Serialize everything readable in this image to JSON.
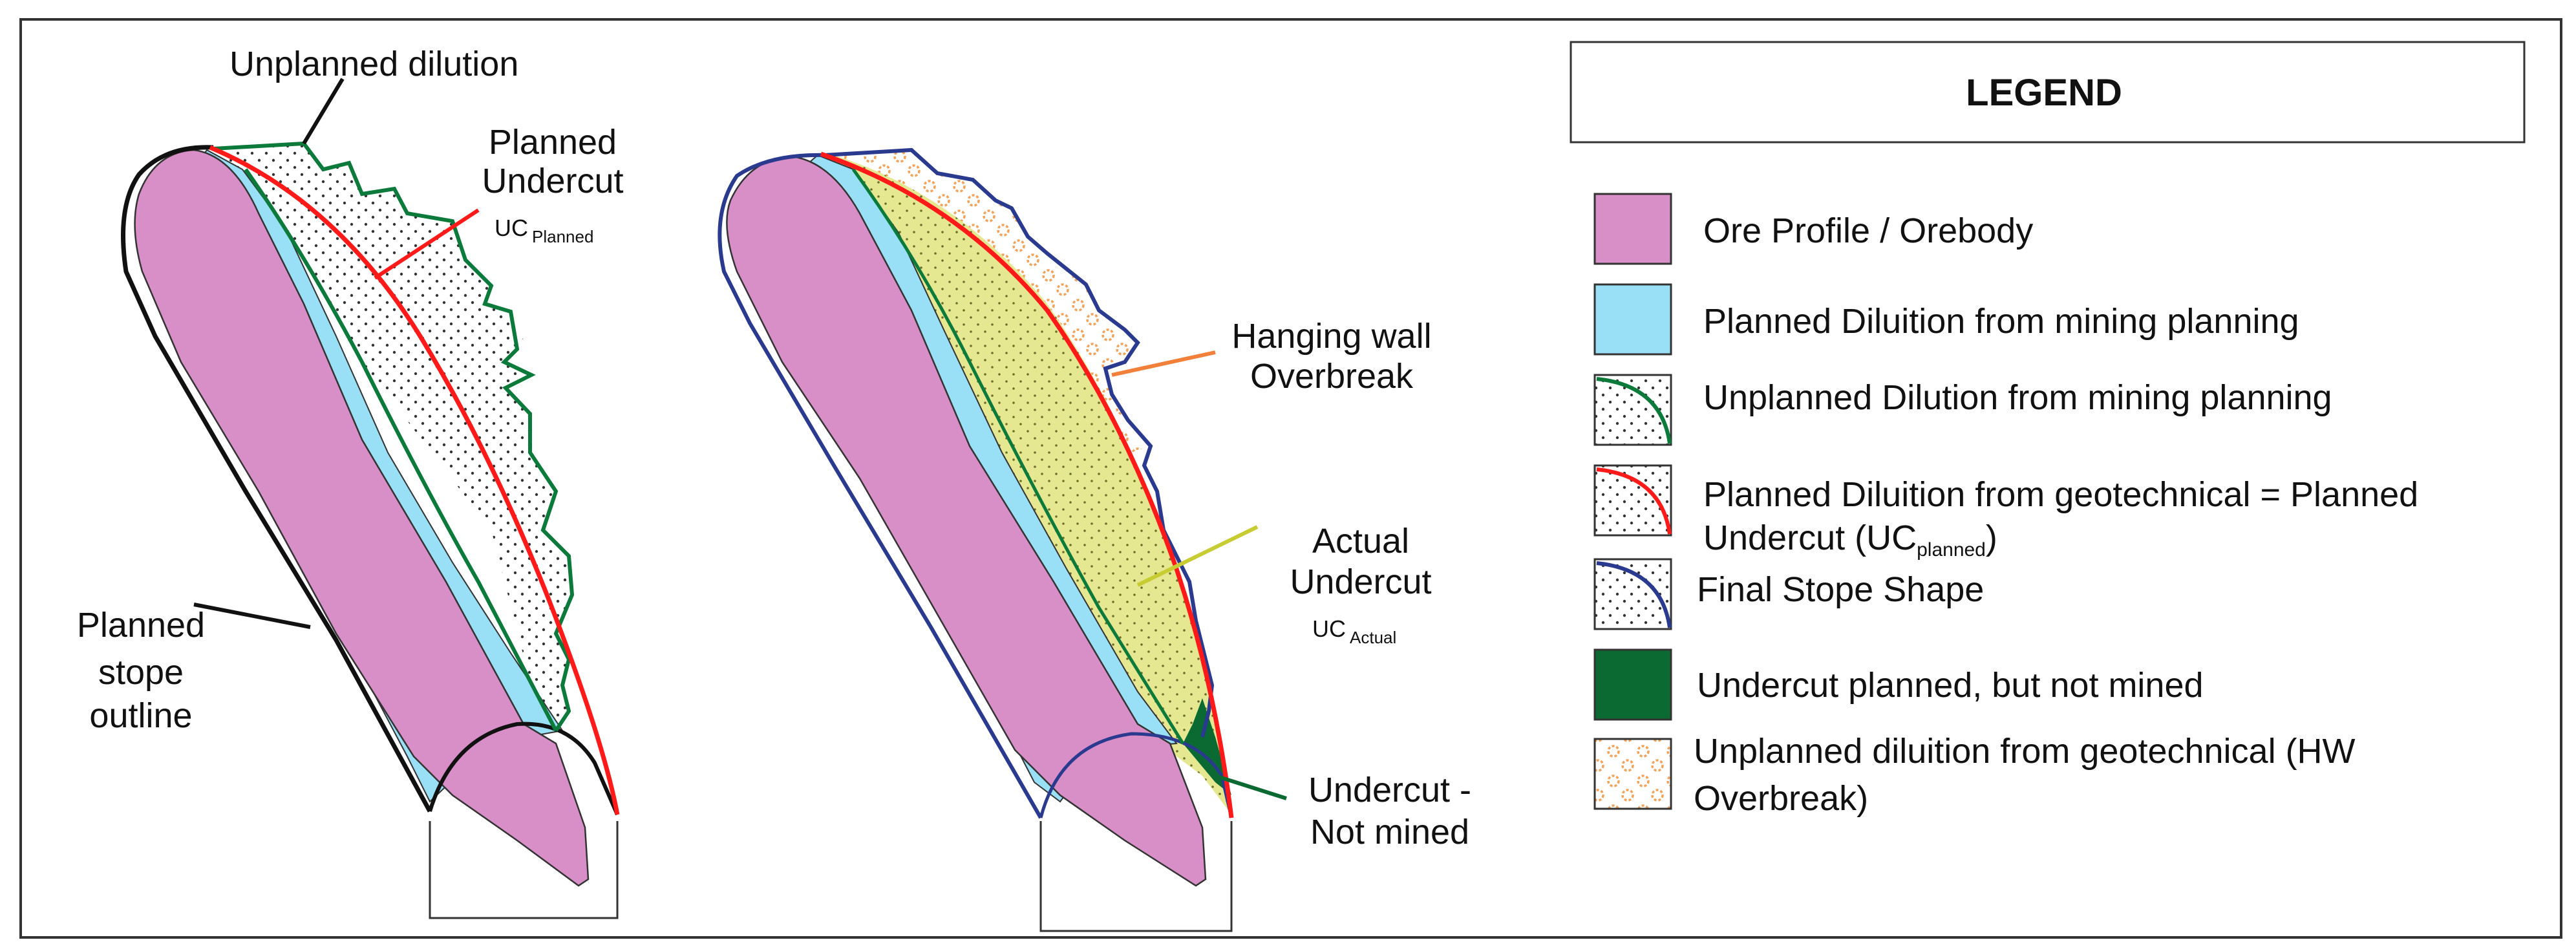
{
  "colors": {
    "ore": "#d88fc8",
    "planned_dilution": "#99dff5",
    "unplanned_fill": "#ffffff",
    "geo_yellow": "#e5e891",
    "not_mined": "#0b6a32",
    "overbreak_dots": "#f0a35a",
    "frame": "#333333",
    "green_line": "#0b7a3b",
    "red_line": "#ff1a1a",
    "navy_line": "#2a3a8f",
    "orange_leader": "#f0803a",
    "yellow_leader": "#c8cc33"
  },
  "diagram_left": {
    "label_unplanned_dilution": "Unplanned dilution",
    "label_planned_undercut_1": "Planned",
    "label_planned_undercut_2": "Undercut",
    "label_uc_main": "UC",
    "label_uc_sub": "Planned",
    "label_stope_outline_1": "Planned",
    "label_stope_outline_2": "stope",
    "label_stope_outline_3": "outline"
  },
  "diagram_right": {
    "label_hw_overbreak_1": "Hanging wall",
    "label_hw_overbreak_2": "Overbreak",
    "label_actual_undercut_1": "Actual",
    "label_actual_undercut_2": "Undercut",
    "label_uc_main": "UC",
    "label_uc_sub": "Actual",
    "label_not_mined_1": "Undercut -",
    "label_not_mined_2": "Not mined"
  },
  "legend": {
    "title": "LEGEND",
    "items": [
      {
        "key": "ore",
        "line1": "Ore Profile / Orebody"
      },
      {
        "key": "planned",
        "line1": "Planned Diluition from mining planning"
      },
      {
        "key": "unplanned",
        "line1": "Unplanned Dilution from mining planning"
      },
      {
        "key": "geo_planned",
        "line1": "Planned Diluition from  geotechnical  = Planned",
        "line2_a": "Undercut (UC",
        "line2_sub": "planned",
        "line2_b": ")"
      },
      {
        "key": "final",
        "line1": "Final Stope Shape"
      },
      {
        "key": "not_mined",
        "line1": "Undercut planned, but not mined"
      },
      {
        "key": "overbreak",
        "line1": "Unplanned diluition from geotechnical (HW",
        "line2": "Overbreak)"
      }
    ]
  }
}
